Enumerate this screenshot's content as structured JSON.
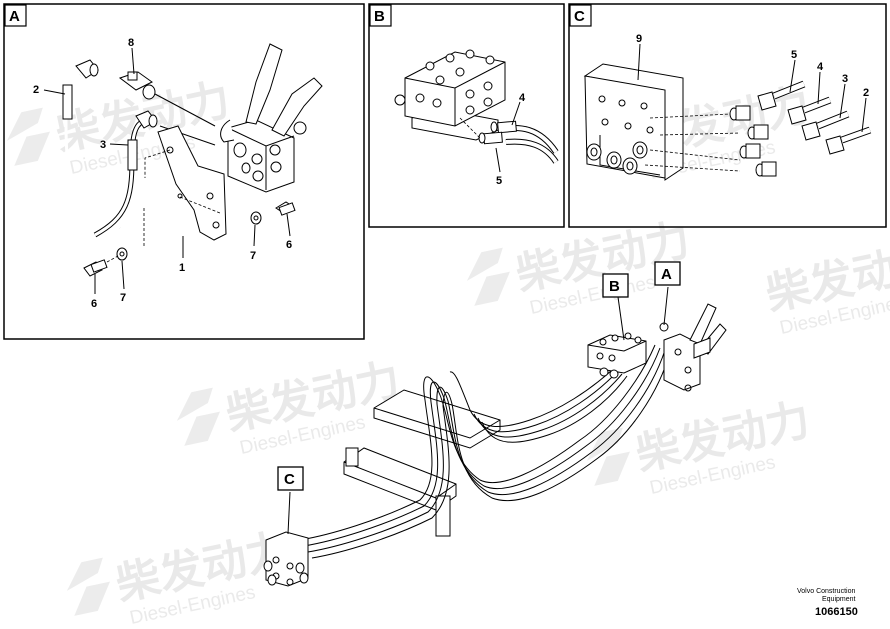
{
  "watermark": {
    "brand_cn": "柴发动力",
    "brand_en": "Diesel-Engines"
  },
  "panels": {
    "a": {
      "letter": "A",
      "labels": {
        "p1": "1",
        "p2": "2",
        "p3": "3",
        "p6a": "6",
        "p6b": "6",
        "p7a": "7",
        "p7b": "7",
        "p8": "8"
      }
    },
    "b": {
      "letter": "B",
      "labels": {
        "p4": "4",
        "p5": "5"
      }
    },
    "c": {
      "letter": "C",
      "labels": {
        "p2": "2",
        "p3": "3",
        "p4": "4",
        "p5": "5",
        "p9": "9"
      }
    }
  },
  "callouts": {
    "a": "A",
    "b": "B",
    "c": "C"
  },
  "footer": {
    "line1": "Volvo Construction",
    "line2": "Equipment",
    "number": "1066150"
  }
}
